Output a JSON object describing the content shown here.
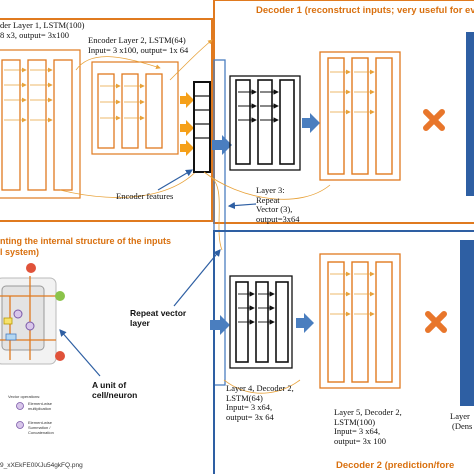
{
  "encoder": {
    "layer1_label": "der Layer 1, LSTM(100)\n8 x3, output= 3x100",
    "layer2_label": "Encoder Layer 2, LSTM(64)\nInput= 3 x100, output= 1x 64",
    "features_label": "Encoder features"
  },
  "repeat_vector": {
    "label": "Layer 3:\nRepeat\nVector (3),\noutput=3x64"
  },
  "decoder1": {
    "title": "Decoder 1 (reconstruct inputs; very useful for evalu"
  },
  "decoder2": {
    "title": "Decoder 2 (prediction/fore",
    "layer4_label": "Layer 4, Decoder 2,\nLSTM(64)\nInput= 3 x64,\noutput= 3x 64",
    "layer5_label": "Layer 5, Decoder 2,\nLSTM(100)\nInput= 3 x64,\noutput= 3x 100",
    "dense_label_1": "Layer",
    "dense_label_2": "(Dens"
  },
  "left_panel": {
    "header": "nting the internal structure of the inputs\nl system)",
    "repeat_vector_layer_label": "Repeat vector\nlayer",
    "unit_label": "A unit of\ncell/neuron",
    "vector_ops_title": "Vector operations:",
    "op1": "Element-wise\nmultiplication",
    "op2": "Element-wise\nSummation /\nConcatenation",
    "filename": "9_xXEkFE0lXJu54gkFQ.png"
  },
  "colors": {
    "orange": "#e07a1f",
    "orange_fill": "#f5a019",
    "blue": "#4a7ebf",
    "blue_dark": "#2e5fa3",
    "cross": "#e8762b"
  }
}
